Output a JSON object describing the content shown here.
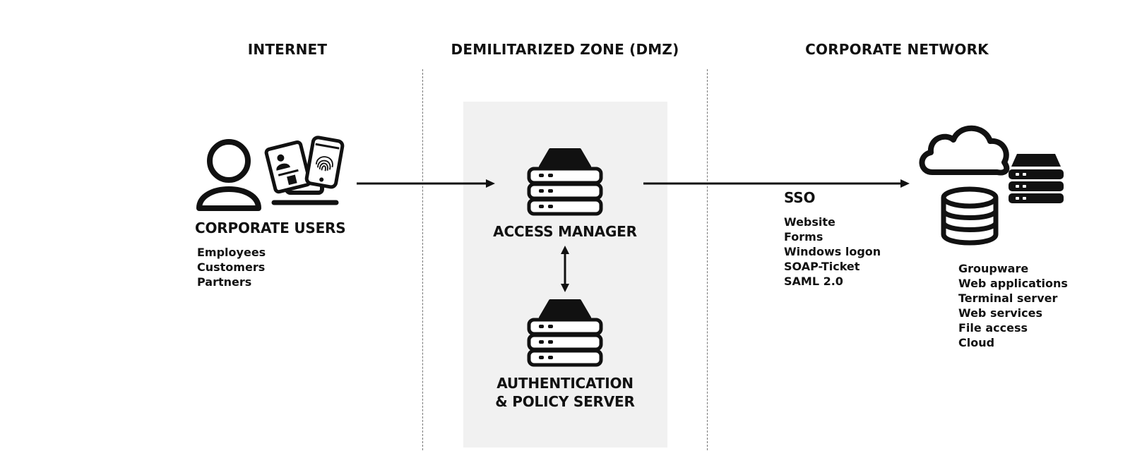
{
  "zones": {
    "internet": "INTERNET",
    "dmz": "DEMILITARIZED ZONE (DMZ)",
    "corporate": "CORPORATE NETWORK"
  },
  "users": {
    "title": "CORPORATE USERS",
    "items": [
      "Employees",
      "Customers",
      "Partners"
    ]
  },
  "access_manager": {
    "title": "ACCESS MANAGER"
  },
  "auth_server": {
    "line1": "AUTHENTICATION",
    "line2": "& POLICY SERVER"
  },
  "sso": {
    "title": "SSO",
    "items": [
      "Website",
      "Forms",
      "Windows logon",
      "SOAP-Ticket",
      "SAML 2.0"
    ]
  },
  "backend": {
    "items": [
      "Groupware",
      "Web applications",
      "Terminal server",
      "Web services",
      "File access",
      "Cloud"
    ]
  },
  "colors": {
    "ink": "#111111",
    "dmz_background": "#f1f1f1",
    "divider": "#777777"
  }
}
